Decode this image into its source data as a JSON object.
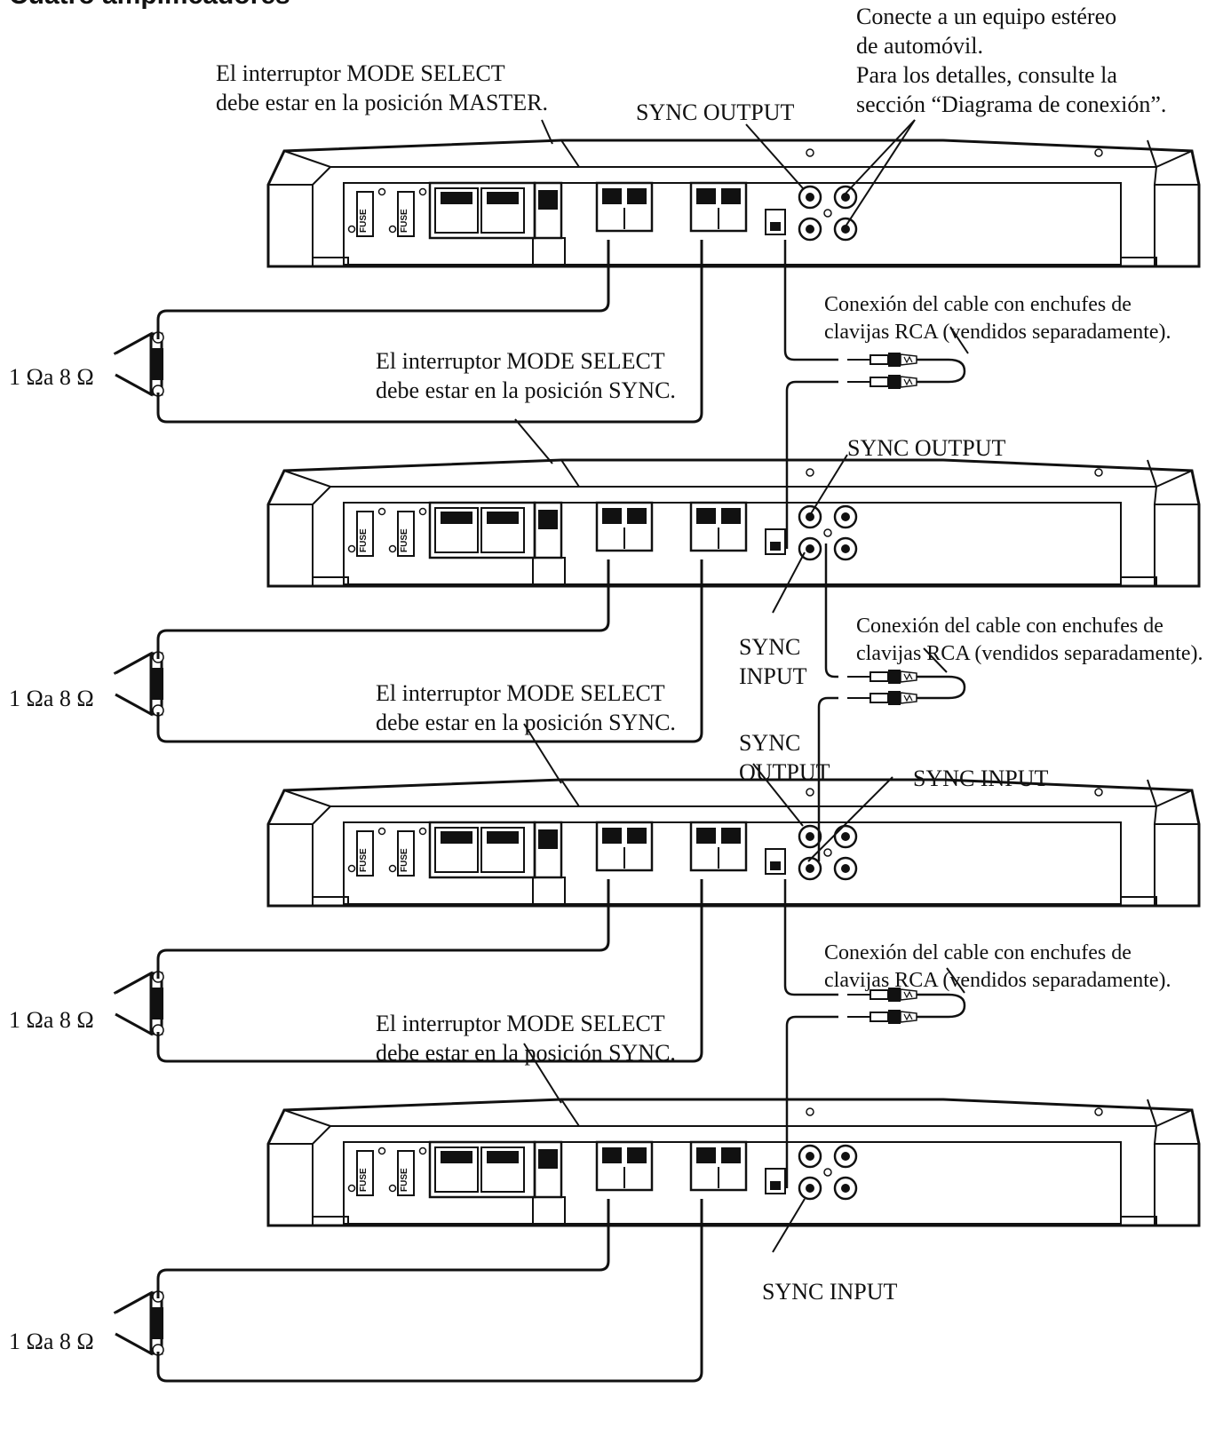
{
  "header": {
    "title": "Cuatro amplificadores"
  },
  "notes": {
    "stereo": [
      "Conecte a un equipo estéreo",
      "de automóvil.",
      "Para los detalles, consulte la",
      "sección “Diagrama de conexión”."
    ],
    "master_switch": [
      "El interruptor MODE SELECT",
      "debe estar en la posición MASTER."
    ],
    "sync_switch": [
      "El interruptor MODE SELECT",
      "debe estar en la posición SYNC."
    ],
    "rca_cable": [
      "Conexión del cable con enchufes de",
      "clavijas RCA (vendidos separadamente)."
    ]
  },
  "terminals": {
    "sync_output": "SYNC OUTPUT",
    "sync_input": "SYNC INPUT",
    "sync_input_split": [
      "SYNC",
      "INPUT"
    ],
    "sync_output_split": [
      "SYNC",
      "OUTPUT"
    ]
  },
  "amplifier": {
    "fuse_label": "FUSE"
  },
  "speaker": {
    "impedance": "1 Ωa 8 Ω",
    "plus": "+",
    "minus": "−"
  },
  "colors": {
    "line": "#111111",
    "background": "#ffffff"
  }
}
